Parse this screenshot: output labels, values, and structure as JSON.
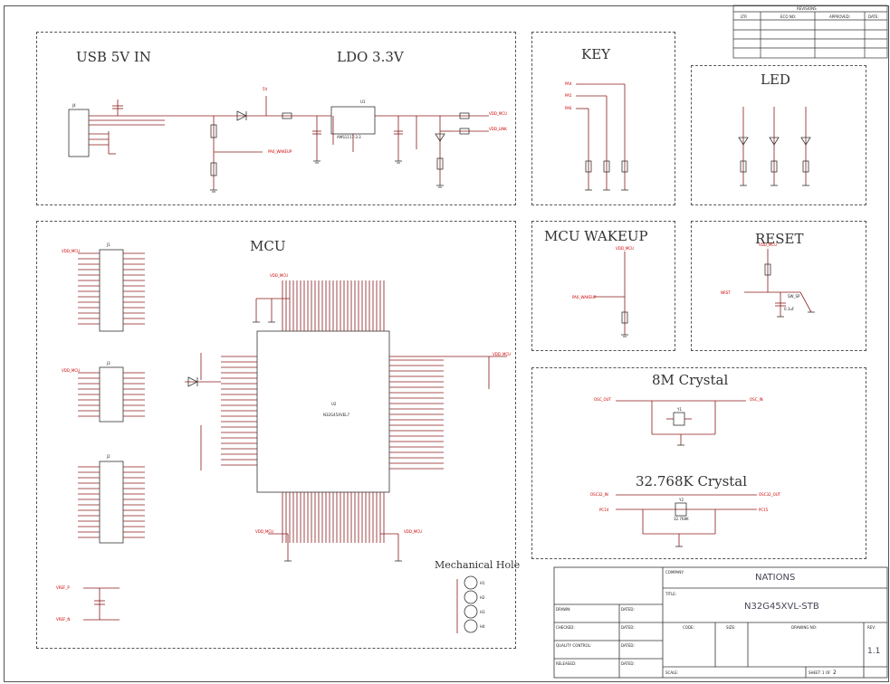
{
  "sections": {
    "usb": {
      "title": "USB  5V IN"
    },
    "ldo": {
      "title": "LDO 3.3V"
    },
    "key": {
      "title": "KEY"
    },
    "led": {
      "title": "LED"
    },
    "mcu": {
      "title": "MCU"
    },
    "wakeup": {
      "title": "MCU WAKEUP"
    },
    "reset": {
      "title": "RESET"
    },
    "crystal8m": {
      "title": "8M Crystal"
    },
    "crystal32k": {
      "title": "32.768K Crystal"
    },
    "mechanical": {
      "title": "Mechanical Hole"
    }
  },
  "nets": {
    "vdd_mcu": "VDD_MCU",
    "vdd_link": "VDD_LINK",
    "pa0_wakeup": "PA0_WAKEUP",
    "nrst": "NRST",
    "osc_out": "OSC_OUT",
    "osc_in": "OSC_IN",
    "osc32_in": "OSC32_IN",
    "osc32_out": "OSC32_OUT",
    "pc14": "PC14",
    "pc15": "PC15",
    "vref_p": "VREF_P",
    "vref_n": "VREF_N",
    "v5": "5V",
    "pa4": "PA4",
    "pa5": "PA5",
    "pa6": "PA6"
  },
  "parts": {
    "mcu_ref": "U2",
    "mcu_name": "N32G45XVEL7",
    "ldo_ref": "U1",
    "ldo_name": "AMS1117-3.3",
    "header_j1": "J1",
    "header_j2": "J2",
    "header_j3": "J3",
    "header_j4": "J4",
    "hole_1": "H1",
    "hole_2": "H2",
    "hole_3": "H3",
    "hole_4": "H4",
    "crystal_8m_ref": "Y1",
    "crystal_32k_ref": "Y2",
    "crystal_32k_value": "32.768K",
    "sw_value": "SW_SP",
    "cap_value": "0.1uF"
  },
  "title_block": {
    "company_label": "COMPANY:",
    "company": "NATIONS",
    "title_label": "TITLE:",
    "title": "N32G45XVL-STB",
    "drawn_label": "DRAWN:",
    "checked_label": "CHECKED:",
    "quality_label": "QUALITY CONTROL:",
    "released_label": "RELEASED:",
    "dated_label": "DATED:",
    "code_label": "CODE:",
    "size_label": "SIZE:",
    "drawing_label": "DRAWING NO:",
    "rev_label": "REV:",
    "rev": "1.1",
    "scale_label": "SCALE:",
    "sheet_label": "SHEET:",
    "sheet": "1",
    "of_label": "OF",
    "sheets": "2"
  },
  "revisions": {
    "header": "REVISIONS",
    "columns": [
      "LTR",
      "ECO NO:",
      "APPROVED:",
      "DATE:"
    ]
  }
}
